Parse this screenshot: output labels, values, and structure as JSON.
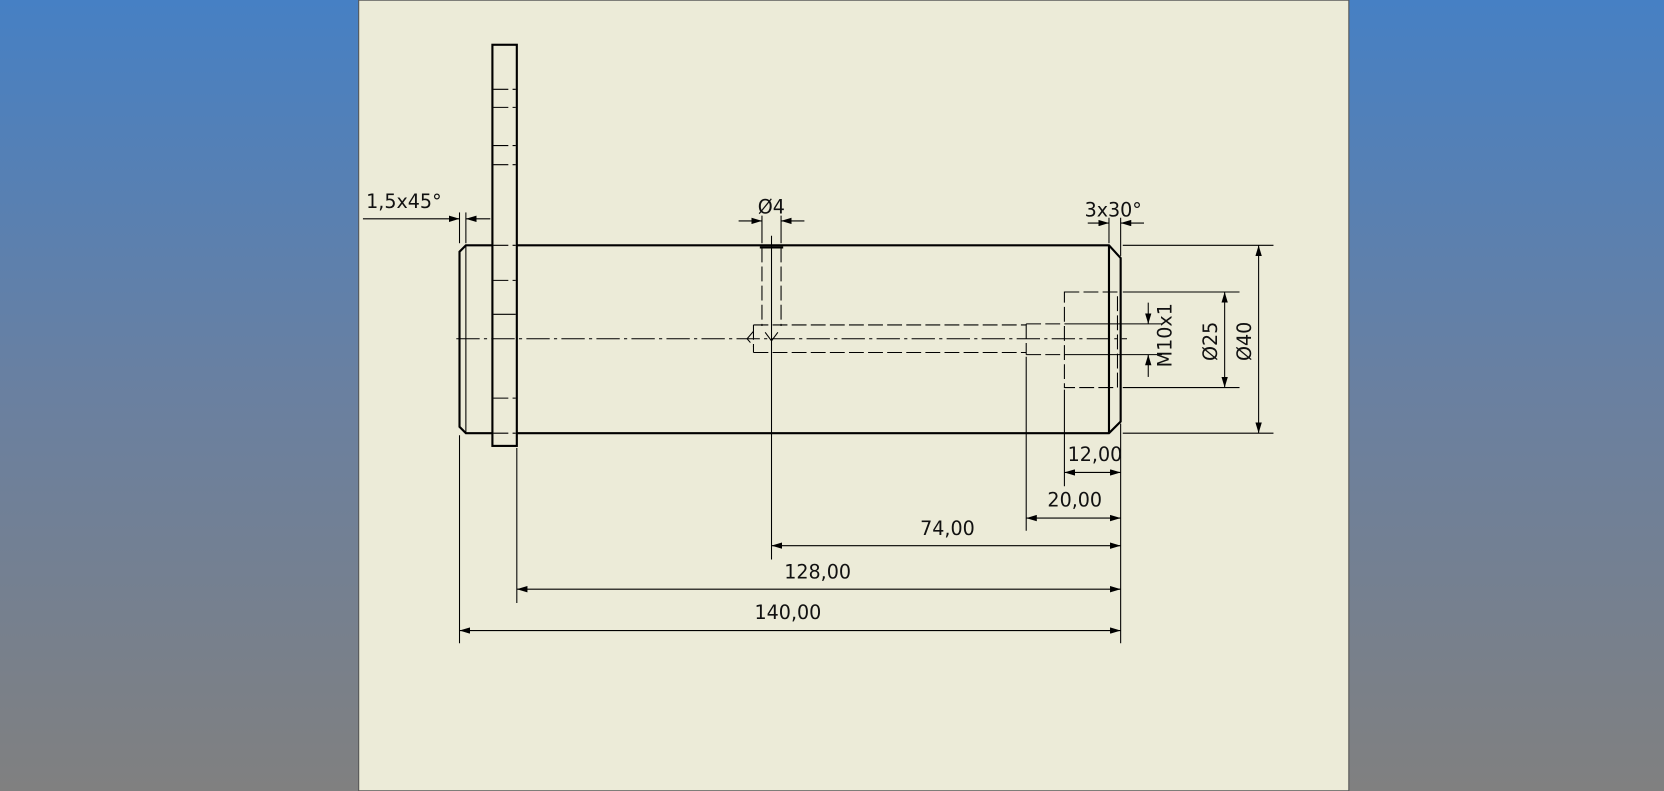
{
  "colors": {
    "paper": "#ecebd8",
    "line": "#000000"
  },
  "dimensions": {
    "chamfer_left": "1,5x45°",
    "hole": "Ø4",
    "chamfer_right": "3x30°",
    "thread": "M10x1",
    "counterbore": "Ø25",
    "outer": "Ø40",
    "d12": "12,00",
    "d20": "20,00",
    "d74": "74,00",
    "d128": "128,00",
    "d140": "140,00"
  }
}
